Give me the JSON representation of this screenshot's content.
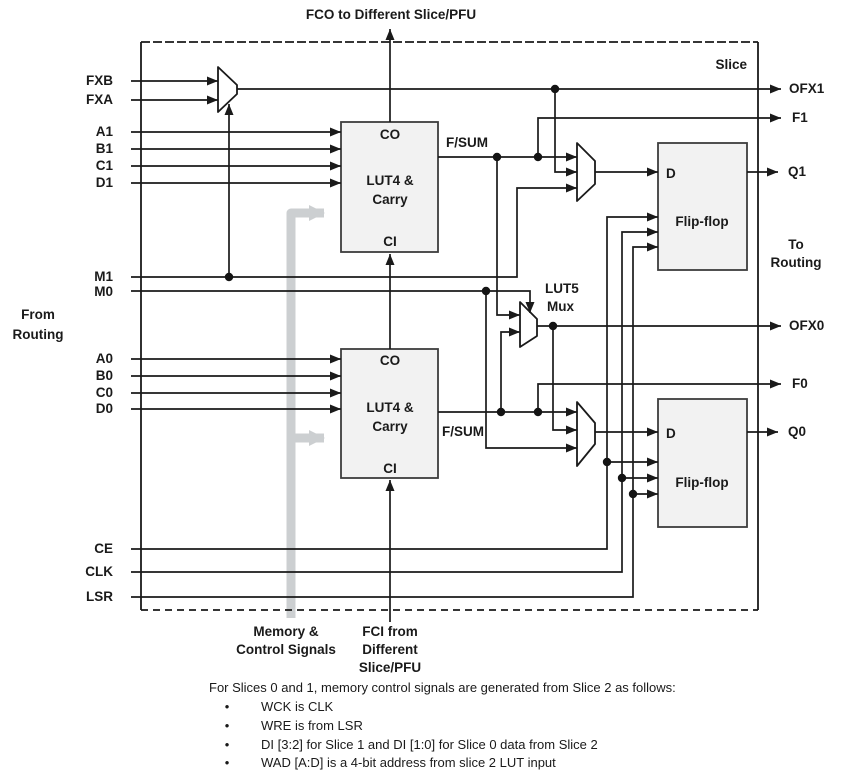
{
  "title_top": "FCO to Different Slice/PFU",
  "slice_label": "Slice",
  "side_labels": {
    "from1": "From",
    "from2": "Routing",
    "to1": "To",
    "to2": "Routing"
  },
  "inputs": {
    "fxb": "FXB",
    "fxa": "FXA",
    "a1": "A1",
    "b1": "B1",
    "c1": "C1",
    "d1": "D1",
    "m1": "M1",
    "m0": "M0",
    "a0": "A0",
    "b0": "B0",
    "c0": "C0",
    "d0": "D0",
    "ce": "CE",
    "clk": "CLK",
    "lsr": "LSR"
  },
  "outputs": {
    "ofx1": "OFX1",
    "f1": "F1",
    "q1": "Q1",
    "ofx0": "OFX0",
    "f0": "F0",
    "q0": "Q0"
  },
  "blocks": {
    "lut4_top": {
      "co": "CO",
      "l1": "LUT4 &",
      "l2": "Carry",
      "ci": "CI"
    },
    "lut4_bot": {
      "co": "CO",
      "l1": "LUT4 &",
      "l2": "Carry",
      "ci": "CI"
    },
    "ff_top": {
      "d": "D",
      "label": "Flip-flop"
    },
    "ff_bot": {
      "d": "D",
      "label": "Flip-flop"
    },
    "lut5_mux": {
      "l1": "LUT5",
      "l2": "Mux"
    }
  },
  "wire_labels": {
    "fsum_top": "F/SUM",
    "fsum_bot": "F/SUM"
  },
  "bottom_labels": {
    "mem1": "Memory &",
    "mem2": "Control Signals",
    "fci1": "FCI from",
    "fci2": "Different",
    "fci3": "Slice/PFU"
  },
  "footer": {
    "heading": "For Slices 0 and 1, memory control signals are generated from Slice 2 as follows:",
    "bullet_char": "•",
    "bullets": [
      "WCK is CLK",
      "WRE is from LSR",
      "DI [3:2] for Slice 1 and DI [1:0] for Slice 0 data from Slice 2",
      "WAD [A:D] is a 4-bit address from slice 2 LUT input"
    ]
  },
  "colors": {
    "line": "#1a1a1a",
    "block_fill": "#f2f2f2",
    "block_stroke": "#3d3d3d",
    "gray_path": "#cccfd1",
    "background": "#ffffff"
  }
}
